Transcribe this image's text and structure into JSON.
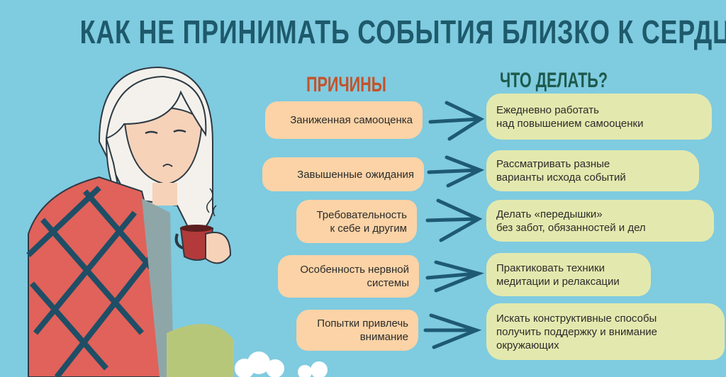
{
  "title": "КАК НЕ ПРИНИМАТЬ СОБЫТИЯ БЛИЗКО К СЕРДЦУ",
  "headers": {
    "causes": "ПРИЧИНЫ",
    "solutions": "ЧТО ДЕЛАТЬ?"
  },
  "rows": [
    {
      "cause": "Заниженная самооценка",
      "solution_1": "Ежедневно работать",
      "solution_2": "над повышением самооценки"
    },
    {
      "cause": "Завышенные ожидания",
      "solution_1": "Рассматривать разные",
      "solution_2": "варианты исхода событий"
    },
    {
      "cause_1": "Требовательность",
      "cause_2": "к себе и другим",
      "solution_1": "Делать «передышки»",
      "solution_2": "без забот, обязанностей и дел"
    },
    {
      "cause_1": "Особенность нервной",
      "cause_2": "системы",
      "solution_1": "Практиковать техники",
      "solution_2": "медитации и релаксации"
    },
    {
      "cause_1": "Попытки привлечь",
      "cause_2": "внимание",
      "solution_1": "Искать конструктивные способы",
      "solution_2": "получить поддержку и внимание",
      "solution_3": "окружающих"
    }
  ],
  "colors": {
    "background": "#7fcbe0",
    "title": "#1e5a6c",
    "causes_header": "#c4532a",
    "solutions_header": "#1d5a4c",
    "cause_box": "#fbd3a6",
    "solution_box": "#e3e9ae",
    "arrow": "#1e5a72"
  }
}
